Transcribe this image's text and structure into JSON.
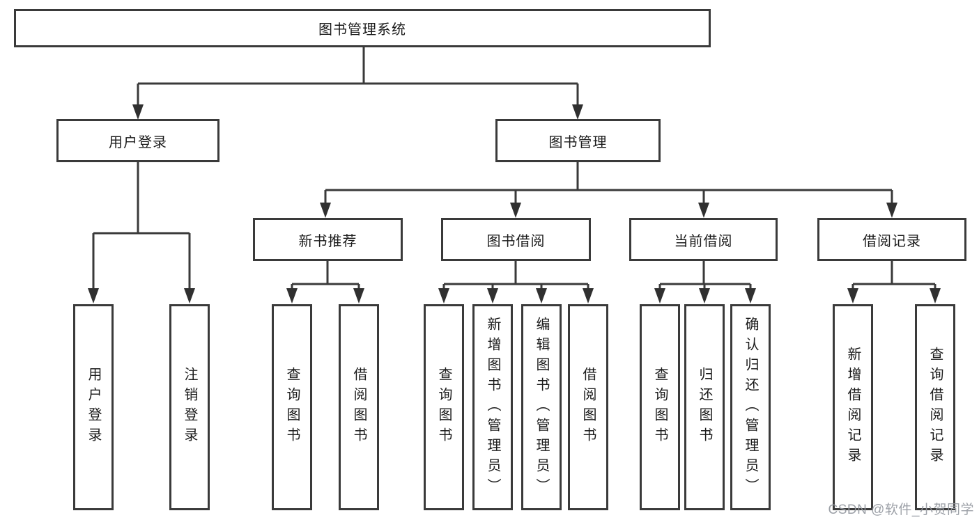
{
  "nodes": {
    "root": "图书管理系统",
    "user_login": "用户登录",
    "book_mgmt": "图书管理",
    "new_book_rec": "新书推荐",
    "book_borrow": "图书借阅",
    "current_borrow": "当前借阅",
    "borrow_records": "借阅记录",
    "ul_login": "用户登录",
    "ul_logout": "注销登录",
    "nbr_query": "查询图书",
    "nbr_borrow": "借阅图书",
    "bb_query": "查询图书",
    "bb_add": "新增图书（管理员）",
    "bb_edit": "编辑图书（管理员）",
    "bb_borrow": "借阅图书",
    "cb_query": "查询图书",
    "cb_return": "归还图书",
    "cb_confirm": "确认归还（管理员）",
    "br_add": "新增借阅记录",
    "br_query": "查询借阅记录"
  },
  "watermark": "CSDN @软件_小贺同学",
  "colors": {
    "line": "#3a3a3a",
    "box_border": "#3a3a3a",
    "text": "#1b1b1b",
    "watermark": "#9498a0",
    "background": "#ffffff"
  }
}
